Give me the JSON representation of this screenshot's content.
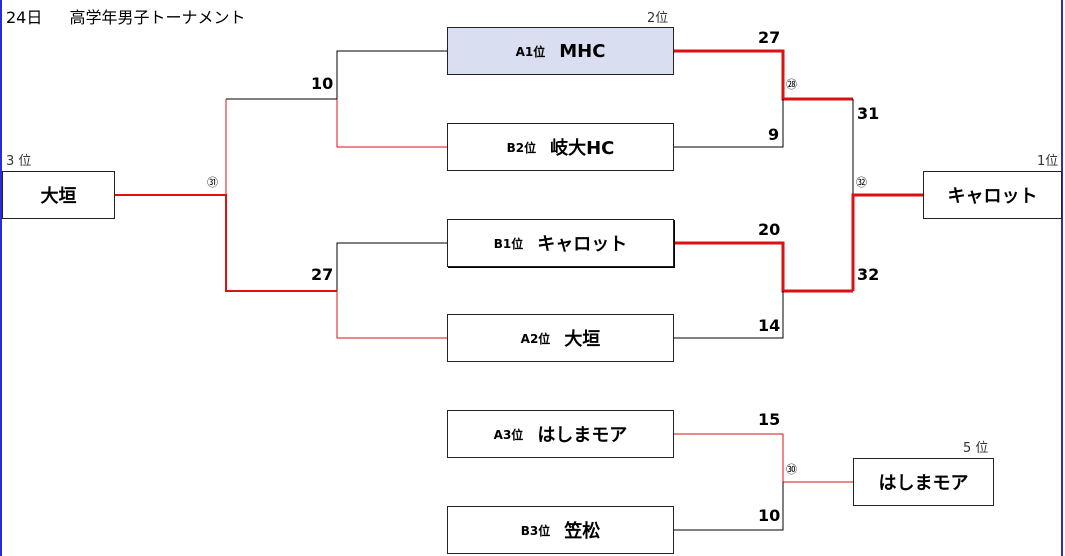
{
  "header": {
    "date": "24日",
    "title": "高学年男子トーナメント"
  },
  "semifinal_teams": [
    {
      "seed": "A1位",
      "name": "MHC"
    },
    {
      "seed": "B2位",
      "name": "岐大HC"
    },
    {
      "seed": "B1位",
      "name": "キャロット"
    },
    {
      "seed": "A2位",
      "name": "大垣"
    }
  ],
  "fifth_place_teams": [
    {
      "seed": "A3位",
      "name": "はしまモア"
    },
    {
      "seed": "B3位",
      "name": "笠松"
    }
  ],
  "results": {
    "first": {
      "label": "1位",
      "team": "キャロット"
    },
    "second": {
      "label": "2位"
    },
    "third": {
      "label": "3 位",
      "team": "大垣"
    },
    "fifth": {
      "label": "5 位",
      "team": "はしまモア"
    }
  },
  "scores": {
    "sf1_mhc": "27",
    "sf1_gidai": "9",
    "sf2_carrot": "20",
    "sf2_ogaki": "14",
    "final_mhc": "31",
    "final_carrot": "32",
    "third_mhc": "10",
    "third_ogaki": "27",
    "fifth_hashima": "15",
    "fifth_kasamatsu": "10"
  },
  "match_numbers": {
    "sf1": "㉘",
    "final": "㉜",
    "third": "㉛",
    "fifth": "㉚"
  },
  "colors": {
    "winner_line": "#dd1111",
    "loser_line": "#000000",
    "highlight_box": "#d9dff0",
    "frame": "#2b2bd6"
  }
}
